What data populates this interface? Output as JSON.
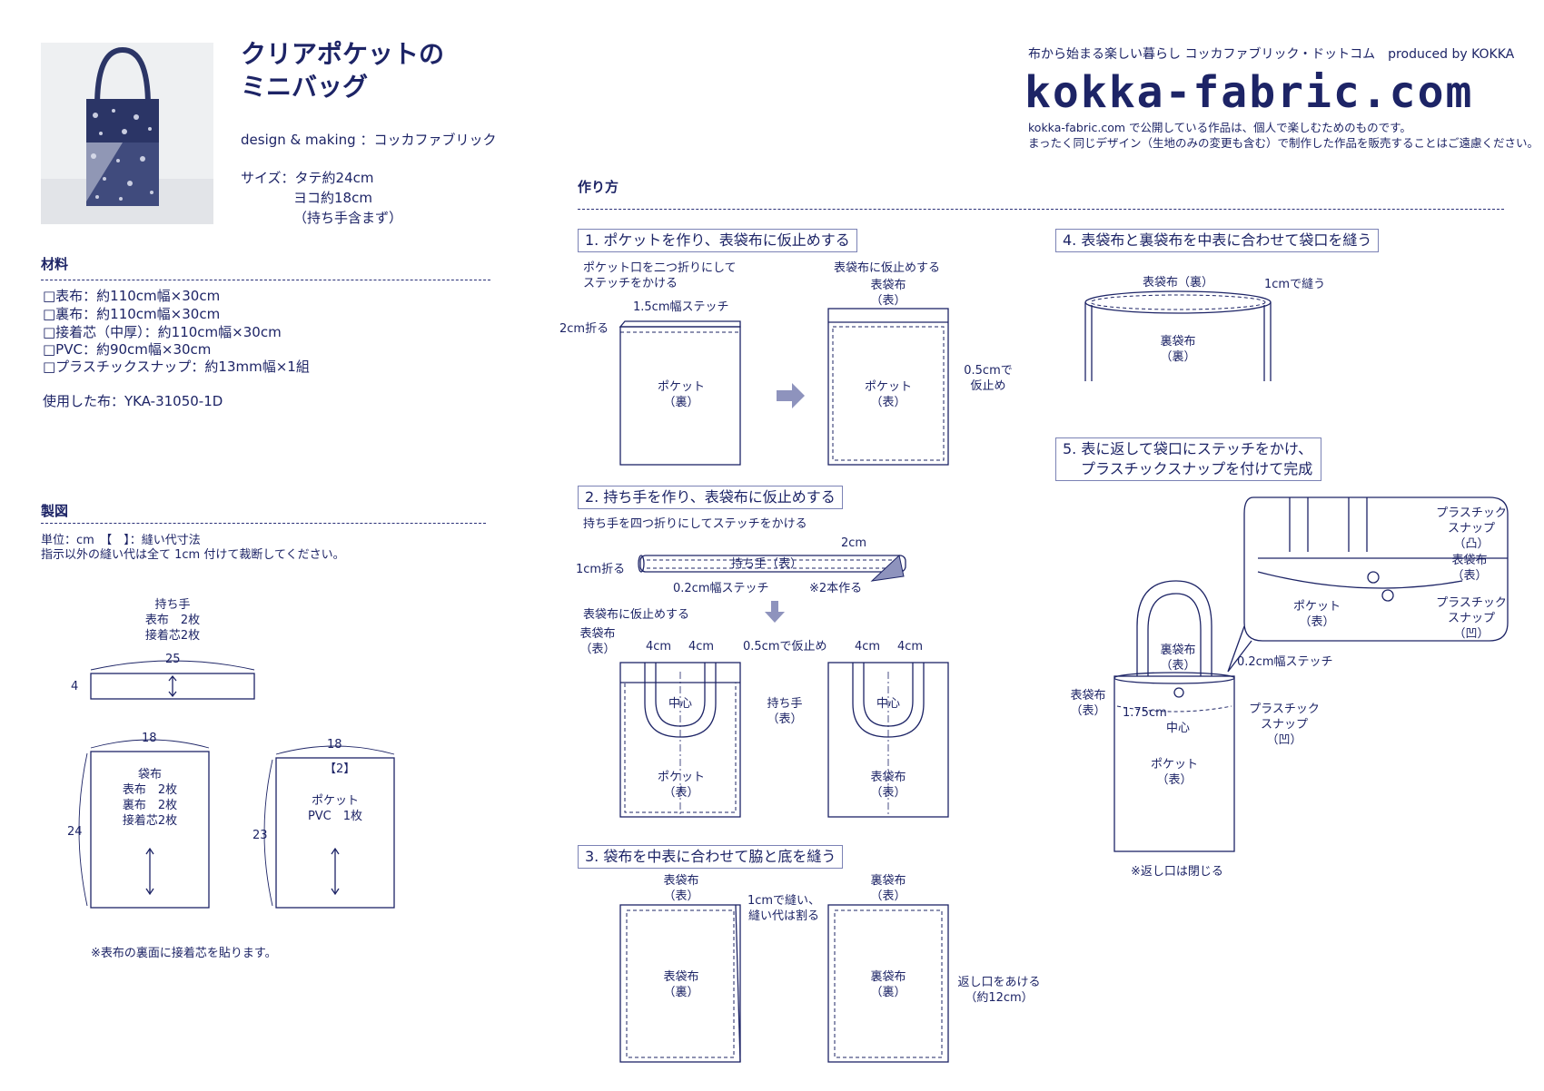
{
  "header": {
    "title_line1": "クリアポケットの",
    "title_line2": "ミニバッグ",
    "credit": "design & making ：コッカファブリック",
    "size_line1": "サイズ：タテ約24cm",
    "size_line2": "ヨコ約18cm",
    "size_line3": "（持ち手含まず）",
    "tagline": "布から始まる楽しい暮らし コッカファブリック・ドットコム　produced by KOKKA",
    "logo": "kokka-fabric.com",
    "notice_line1": "kokka-fabric.com で公開している作品は、個人で楽しむためのものです。",
    "notice_line2": "まったく同じデザイン（生地のみの変更も含む）で制作した作品を販売することはご遠慮ください。"
  },
  "materials": {
    "heading": "材料",
    "items": [
      "□表布：約110cm幅×30cm",
      "□裏布：約110cm幅×30cm",
      "□接着芯（中厚）：約110cm幅×30cm",
      "□PVC：約90cm幅×30cm",
      "□プラスチックスナップ：約13mm幅×1組"
    ],
    "fabric_used": "使用した布：YKA-31050-1D"
  },
  "pattern": {
    "heading": "製図",
    "unit_note": "単位：cm　【　】：縫い代寸法",
    "seam_note": "指示以外の縫い代は全て 1cm 付けて裁断してください。",
    "handle_label": [
      "持ち手",
      "表布　2枚",
      "接着芯2枚"
    ],
    "handle_w": "25",
    "handle_h": "4",
    "bag_w": "18",
    "bag_h": "24",
    "bag_label": [
      "袋布",
      "表布　2枚",
      "裏布　2枚",
      "接着芯2枚"
    ],
    "pocket_w": "18",
    "pocket_h": "23",
    "pocket_seam": "【2】",
    "pocket_label": [
      "ポケット",
      "PVC　1枚"
    ],
    "interfacing_note": "※表布の裏面に接着芯を貼ります。"
  },
  "howto": {
    "heading": "作り方",
    "step1": {
      "title": "1. ポケットを作り、表袋布に仮止めする",
      "note1": [
        "ポケット口を二つ折りにして",
        "ステッチをかける"
      ],
      "stitch": "1.5cm幅ステッチ",
      "fold": "2cm折る",
      "pocket_back": [
        "ポケット",
        "（裏）"
      ],
      "note2": "表袋布に仮止めする",
      "outer_front": [
        "表袋布",
        "（表）"
      ],
      "pocket_front": [
        "ポケット",
        "（表）"
      ],
      "baste": [
        "0.5cmで",
        "仮止め"
      ]
    },
    "step2": {
      "title": "2. 持ち手を作り、表袋布に仮止めする",
      "note": "持ち手を四つ折りにしてステッチをかける",
      "width": "2cm",
      "fold": "1cm折る",
      "handle": "持ち手（表）",
      "stitch": "0.2cm幅ステッチ",
      "make2": "※2本作る",
      "baste_note": "表袋布に仮止めする",
      "outer_front": [
        "表袋布",
        "（表）"
      ],
      "dim1": "4cm",
      "dim2": "4cm",
      "dim3": "4cm",
      "dim4": "4cm",
      "baste": "0.5cmで仮止め",
      "center": "中心",
      "handle_front": [
        "持ち手",
        "（表）"
      ],
      "pocket_front": [
        "ポケット",
        "（表）"
      ],
      "outer_front2": [
        "表袋布",
        "（表）"
      ]
    },
    "step3": {
      "title": "3. 袋布を中表に合わせて脇と底を縫う",
      "outer_front": [
        "表袋布",
        "（表）"
      ],
      "lining_front": [
        "裏袋布",
        "（表）"
      ],
      "sew": [
        "1cmで縫い、",
        "縫い代は割る"
      ],
      "outer_back": [
        "表袋布",
        "（裏）"
      ],
      "lining_back": [
        "裏袋布",
        "（裏）"
      ],
      "opening": [
        "返し口をあける",
        "（約12cm）"
      ]
    },
    "step4": {
      "title": "4. 表袋布と裏袋布を中表に合わせて袋口を縫う",
      "outer_back": "表袋布（裏）",
      "sew": "1cmで縫う",
      "lining_back": [
        "裏袋布",
        "（裏）"
      ]
    },
    "step5": {
      "title_line1": "5. 表に返して袋口にステッチをかけ、",
      "title_line2": "プラスチックスナップを付けて完成",
      "snap_male": [
        "プラスチック",
        "スナップ",
        "（凸）"
      ],
      "outer_front": [
        "表袋布",
        "（表）"
      ],
      "snap_female_top": [
        "プラスチック",
        "スナップ",
        "（凹）"
      ],
      "pocket_front_zoom": [
        "ポケット",
        "（表）"
      ],
      "lining_front": [
        "裏袋布",
        "（表）"
      ],
      "stitch": "0.2cm幅ステッチ",
      "outer_front_left": [
        "表袋布",
        "（表）"
      ],
      "dim": "1.75cm",
      "center": "中心",
      "snap_female": [
        "プラスチック",
        "スナップ",
        "（凹）"
      ],
      "pocket_front": [
        "ポケット",
        "（表）"
      ],
      "closed": "※返し口は閉じる"
    }
  },
  "colors": {
    "ink": "#1d2466",
    "box": "#7b82b5",
    "arrow": "#8e93bd",
    "photo_bg": "#eef0f2",
    "bag_navy": "#2b3566"
  }
}
